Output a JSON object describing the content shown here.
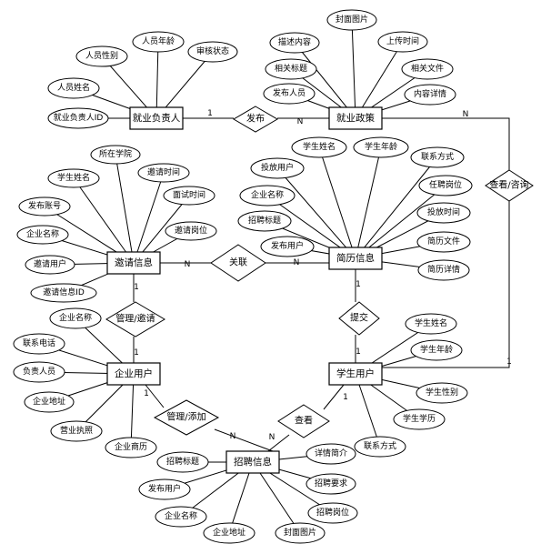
{
  "entities": {
    "jyfz": "就业负责人",
    "jyzc": "就业政策",
    "yqxx": "邀请信息",
    "jlxx": "简历信息",
    "qyyh": "企业用户",
    "xsyh": "学生用户",
    "zpxx": "招聘信息"
  },
  "relations": {
    "fabu": "发布",
    "ckzx": "查看/咨询",
    "guanlian": "关联",
    "glyq": "管理/邀请",
    "tijiao": "提交",
    "gltj": "管理/添加",
    "chakan": "查看"
  },
  "attributes": {
    "jyfz": [
      "人员性别",
      "人员年龄",
      "审核状态",
      "人员姓名",
      "就业负责人ID"
    ],
    "jyzc": [
      "封面图片",
      "描述内容",
      "上传时间",
      "相关标题",
      "相关文件",
      "发布人员",
      "内容详情"
    ],
    "yqxx": [
      "所在学院",
      "学生姓名",
      "邀请时间",
      "发布账号",
      "面试时间",
      "企业名称",
      "邀请岗位",
      "邀请用户",
      "邀请信息ID"
    ],
    "jlxx": [
      "学生姓名",
      "学生年龄",
      "投放用户",
      "联系方式",
      "企业名称",
      "任聘岗位",
      "招聘标题",
      "投放时间",
      "发布用户",
      "简历文件",
      "简历详情"
    ],
    "qyyh": [
      "企业名称",
      "联系电话",
      "负责人员",
      "企业地址",
      "营业执照",
      "企业商历"
    ],
    "xsyh": [
      "学生姓名",
      "学生年龄",
      "学生性别",
      "学生学历",
      "联系方式"
    ],
    "zpxx": [
      "招聘标题",
      "详情简介",
      "发布用户",
      "招聘要求",
      "企业名称",
      "招聘岗位",
      "企业地址",
      "封面图片"
    ]
  },
  "cardinality": {
    "one": "1",
    "many": "N"
  }
}
